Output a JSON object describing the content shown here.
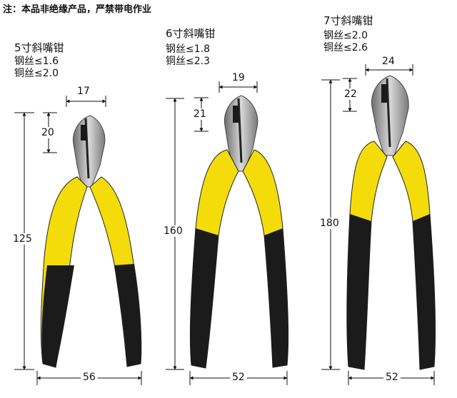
{
  "note": "注：本品非绝缘产品，严禁带电作业",
  "pliers": [
    {
      "title": "5寸斜嘴钳",
      "specs": [
        "钢丝≤1.6",
        "铜丝≤2.0"
      ],
      "head_width": "17",
      "head_length": "20",
      "total_length": "125",
      "handle_width": "56"
    },
    {
      "title": "6寸斜嘴钳",
      "specs": [
        "钢丝≤1.8",
        "铜丝≤2.3"
      ],
      "head_width": "19",
      "head_length": "21",
      "total_length": "160",
      "handle_width": "52"
    },
    {
      "title": "7寸斜嘴钳",
      "specs": [
        "钢丝≤2.0",
        "铜丝≤2.6"
      ],
      "head_width": "24",
      "head_length": "22",
      "total_length": "180",
      "handle_width": "52"
    }
  ],
  "colors": {
    "handle_yellow": "#f4dc0a",
    "handle_black": "#1b1b1b",
    "steel": "#9a9a9a"
  }
}
